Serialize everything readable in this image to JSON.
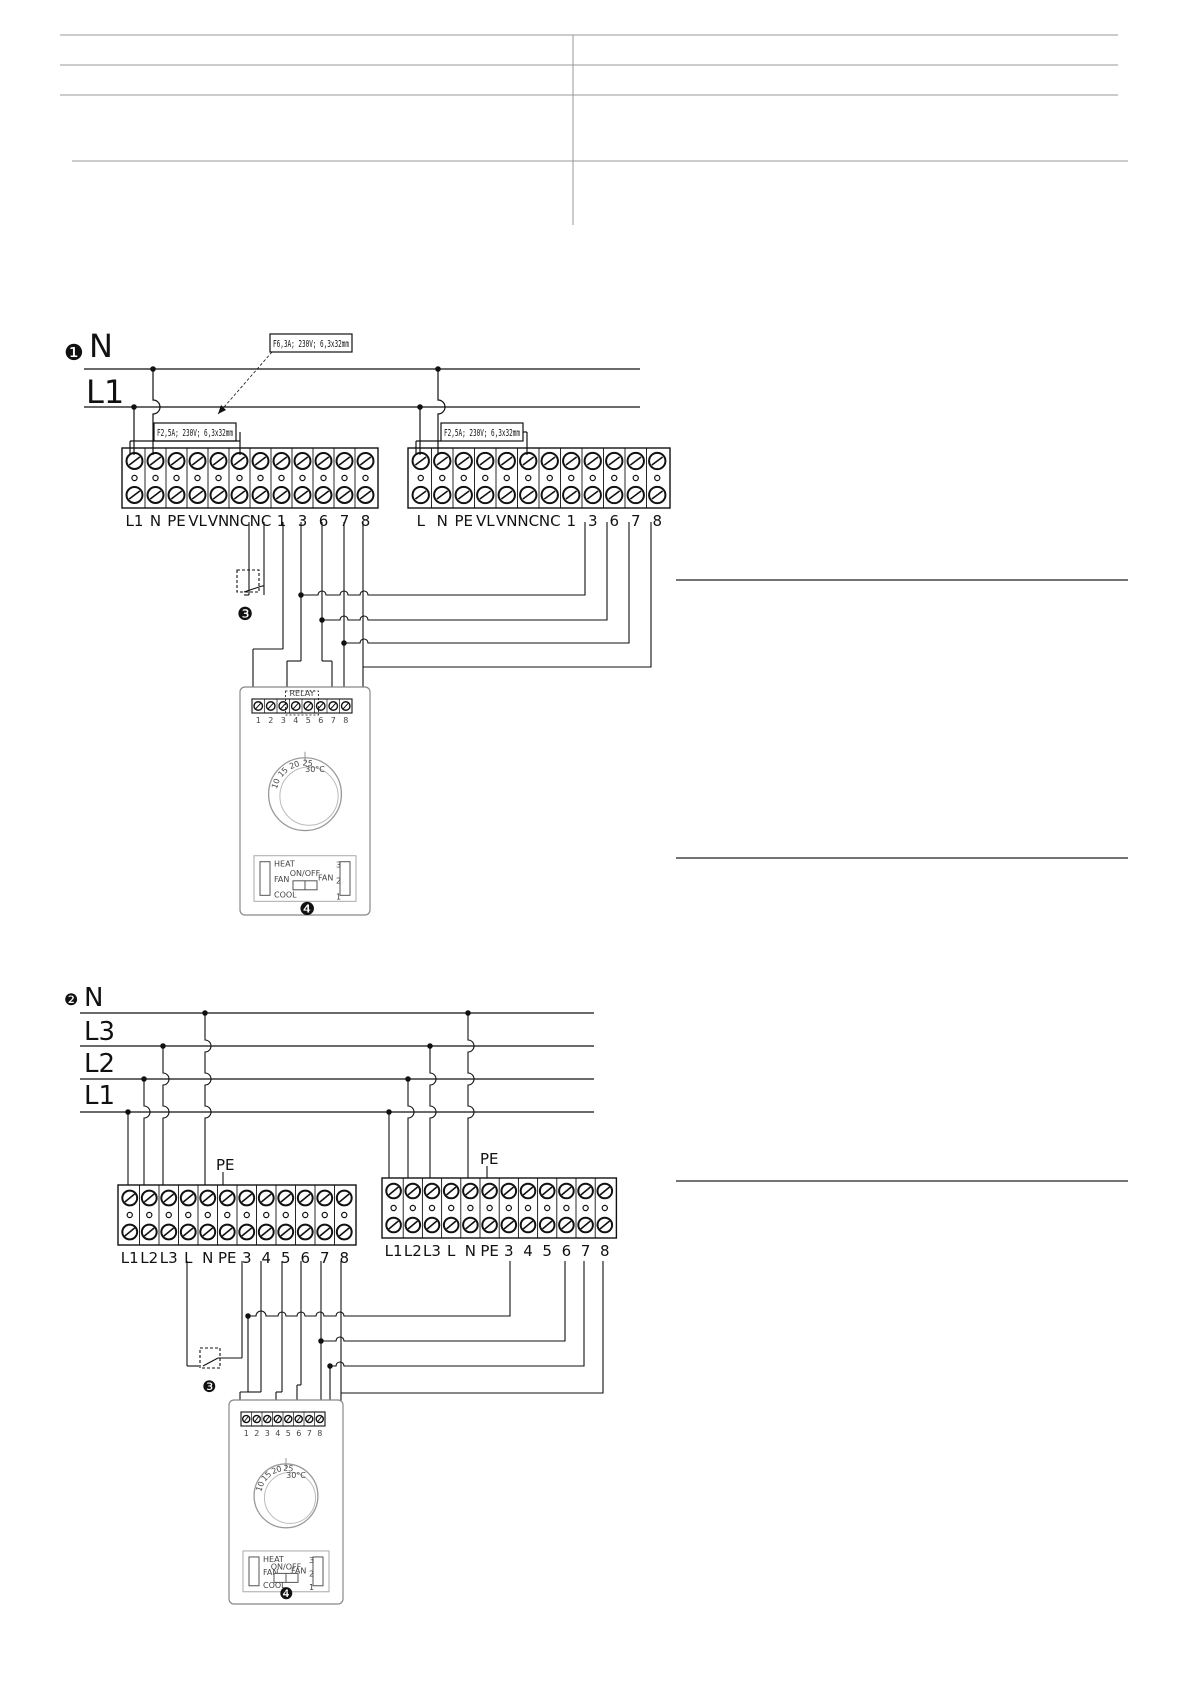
{
  "diagram1": {
    "marker": "❶",
    "bus_labels": [
      "N",
      "L1"
    ],
    "fuse_main": "F6,3A; 230V; 6,3x32mm",
    "fuse_left": "F2,5A; 230V; 6,3x32mm",
    "fuse_right": "F2,5A; 230V; 6,3x32mm",
    "left_terminals": [
      "L1",
      "N",
      "PE",
      "VL",
      "VN",
      "NC",
      "NC",
      "1",
      "3",
      "6",
      "7",
      "8"
    ],
    "right_terminals": [
      "L",
      "N",
      "PE",
      "VL",
      "VN",
      "NC",
      "NC",
      "1",
      "3",
      "6",
      "7",
      "8"
    ],
    "switch_marker": "❸",
    "controller_marker": "❹",
    "controller": {
      "terminals": [
        "1",
        "2",
        "3",
        "4",
        "5",
        "6",
        "7",
        "8"
      ],
      "relay_label": "RELAY",
      "dial_label": "30°C",
      "dial_scale": [
        "10",
        "15",
        "20",
        "25"
      ],
      "mode_labels": [
        "HEAT",
        "FAN",
        "COOL"
      ],
      "onoff_label": "ON/OFF",
      "fan_label": "FAN",
      "fan_speeds": [
        "3",
        "2",
        "1"
      ]
    }
  },
  "diagram2": {
    "marker": "❷",
    "bus_labels": [
      "N",
      "L3",
      "L2",
      "L1"
    ],
    "pe_label_left": "PE",
    "pe_label_right": "PE",
    "left_terminals": [
      "L1",
      "L2",
      "L3",
      "L",
      "N",
      "PE",
      "3",
      "4",
      "5",
      "6",
      "7",
      "8"
    ],
    "right_terminals": [
      "L1",
      "L2",
      "L3",
      "L",
      "N",
      "PE",
      "3",
      "4",
      "5",
      "6",
      "7",
      "8"
    ],
    "switch_marker": "❸",
    "controller_marker": "❹",
    "controller": {
      "terminals": [
        "1",
        "2",
        "3",
        "4",
        "5",
        "6",
        "7",
        "8"
      ],
      "dial_label": "30°C",
      "dial_scale": [
        "10",
        "15",
        "20",
        "25"
      ],
      "mode_labels": [
        "HEAT",
        "FAN",
        "COOL"
      ],
      "onoff_label": "ON/OFF",
      "fan_label": "FAN",
      "fan_speeds": [
        "3",
        "2",
        "1"
      ]
    }
  }
}
